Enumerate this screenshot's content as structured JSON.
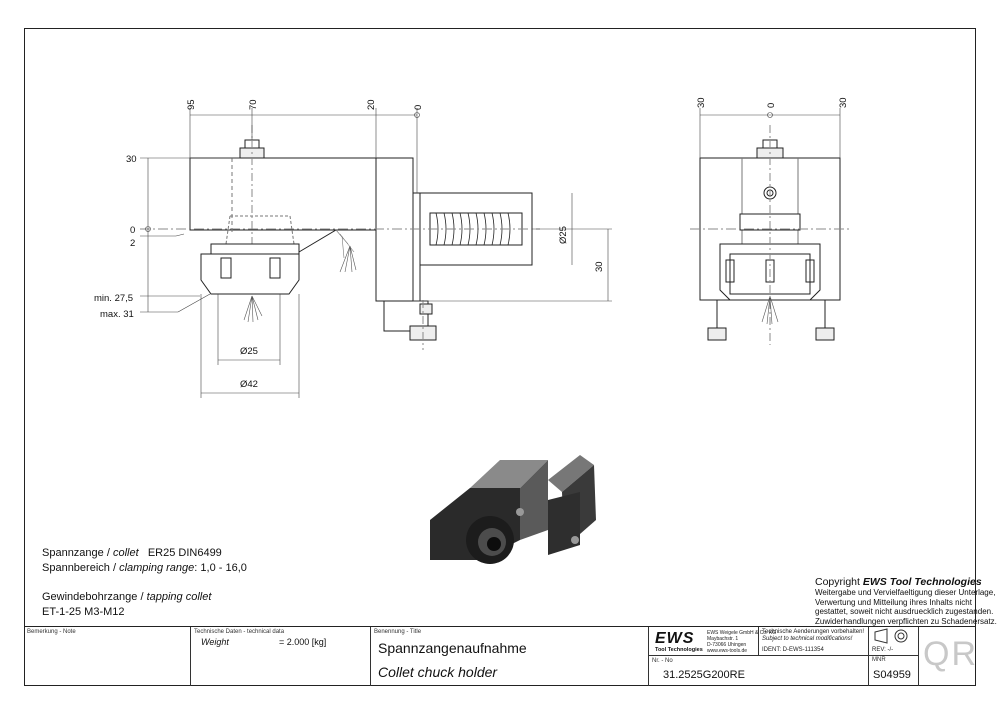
{
  "dimensions": {
    "front_top": [
      "95",
      "70",
      "20",
      "0"
    ],
    "front_left": [
      "30",
      "0",
      "2"
    ],
    "front_limits": [
      "min. 27,5",
      "max. 31"
    ],
    "front_diameters": [
      "Ø25",
      "Ø42",
      "Ø25"
    ],
    "front_right": "30",
    "side_top": [
      "30",
      "0",
      "30"
    ]
  },
  "notes": {
    "collet_de": "Spannzange /",
    "collet_en": "collet",
    "collet_value": "ER25   DIN6499",
    "range_de": "Spannbereich /",
    "range_en": "clamping range",
    "range_value": ": 1,0 - 16,0",
    "tap_de": "Gewindebohrzange /",
    "tap_en": "tapping collet",
    "tap_value": "ET-1-25   M3-M12"
  },
  "copyright": {
    "title_prefix": "Copyright",
    "title_brand": "EWS Tool Technologies",
    "line1": "Weitergabe und Vervielfaeltigung dieser Unterlage,",
    "line2": "Verwertung und Mitteilung ihres Inhalts nicht",
    "line3": "gestattet, soweit nicht ausdruecklich zugestanden.",
    "line4": "Zuwiderhandlungen verpflichten zu Schadenersatz."
  },
  "title_block": {
    "note_caption": "Bemerkung - Note",
    "tech_caption": "Technische Daten - technical data",
    "weight_label": "Weight",
    "weight_value": "=  2.000 [kg]",
    "title_caption": "Benennung - Title",
    "title_de": "Spannzangenaufnahme",
    "title_en": "Collet chuck holder",
    "logo": "EWS",
    "logo_sub": "Tool Technologies",
    "company_1": "EWS Weigele GmbH & Co. KG",
    "company_2": "Maybachstr. 1",
    "company_3": "D-73066 Uhingen",
    "company_4": "www.ews-tools.de",
    "changes_de": "Technische Aenderungen vorbehalten!",
    "changes_en": "Subject to technical modifications!",
    "ident": "IDENT: D-EWS-111354",
    "rev": "REV:  -/-",
    "nr_caption": "Nr. - No",
    "part_number": "31.2525G200RE",
    "mnr_caption": "MNR",
    "mnr": "S04959",
    "qr": "QR"
  }
}
